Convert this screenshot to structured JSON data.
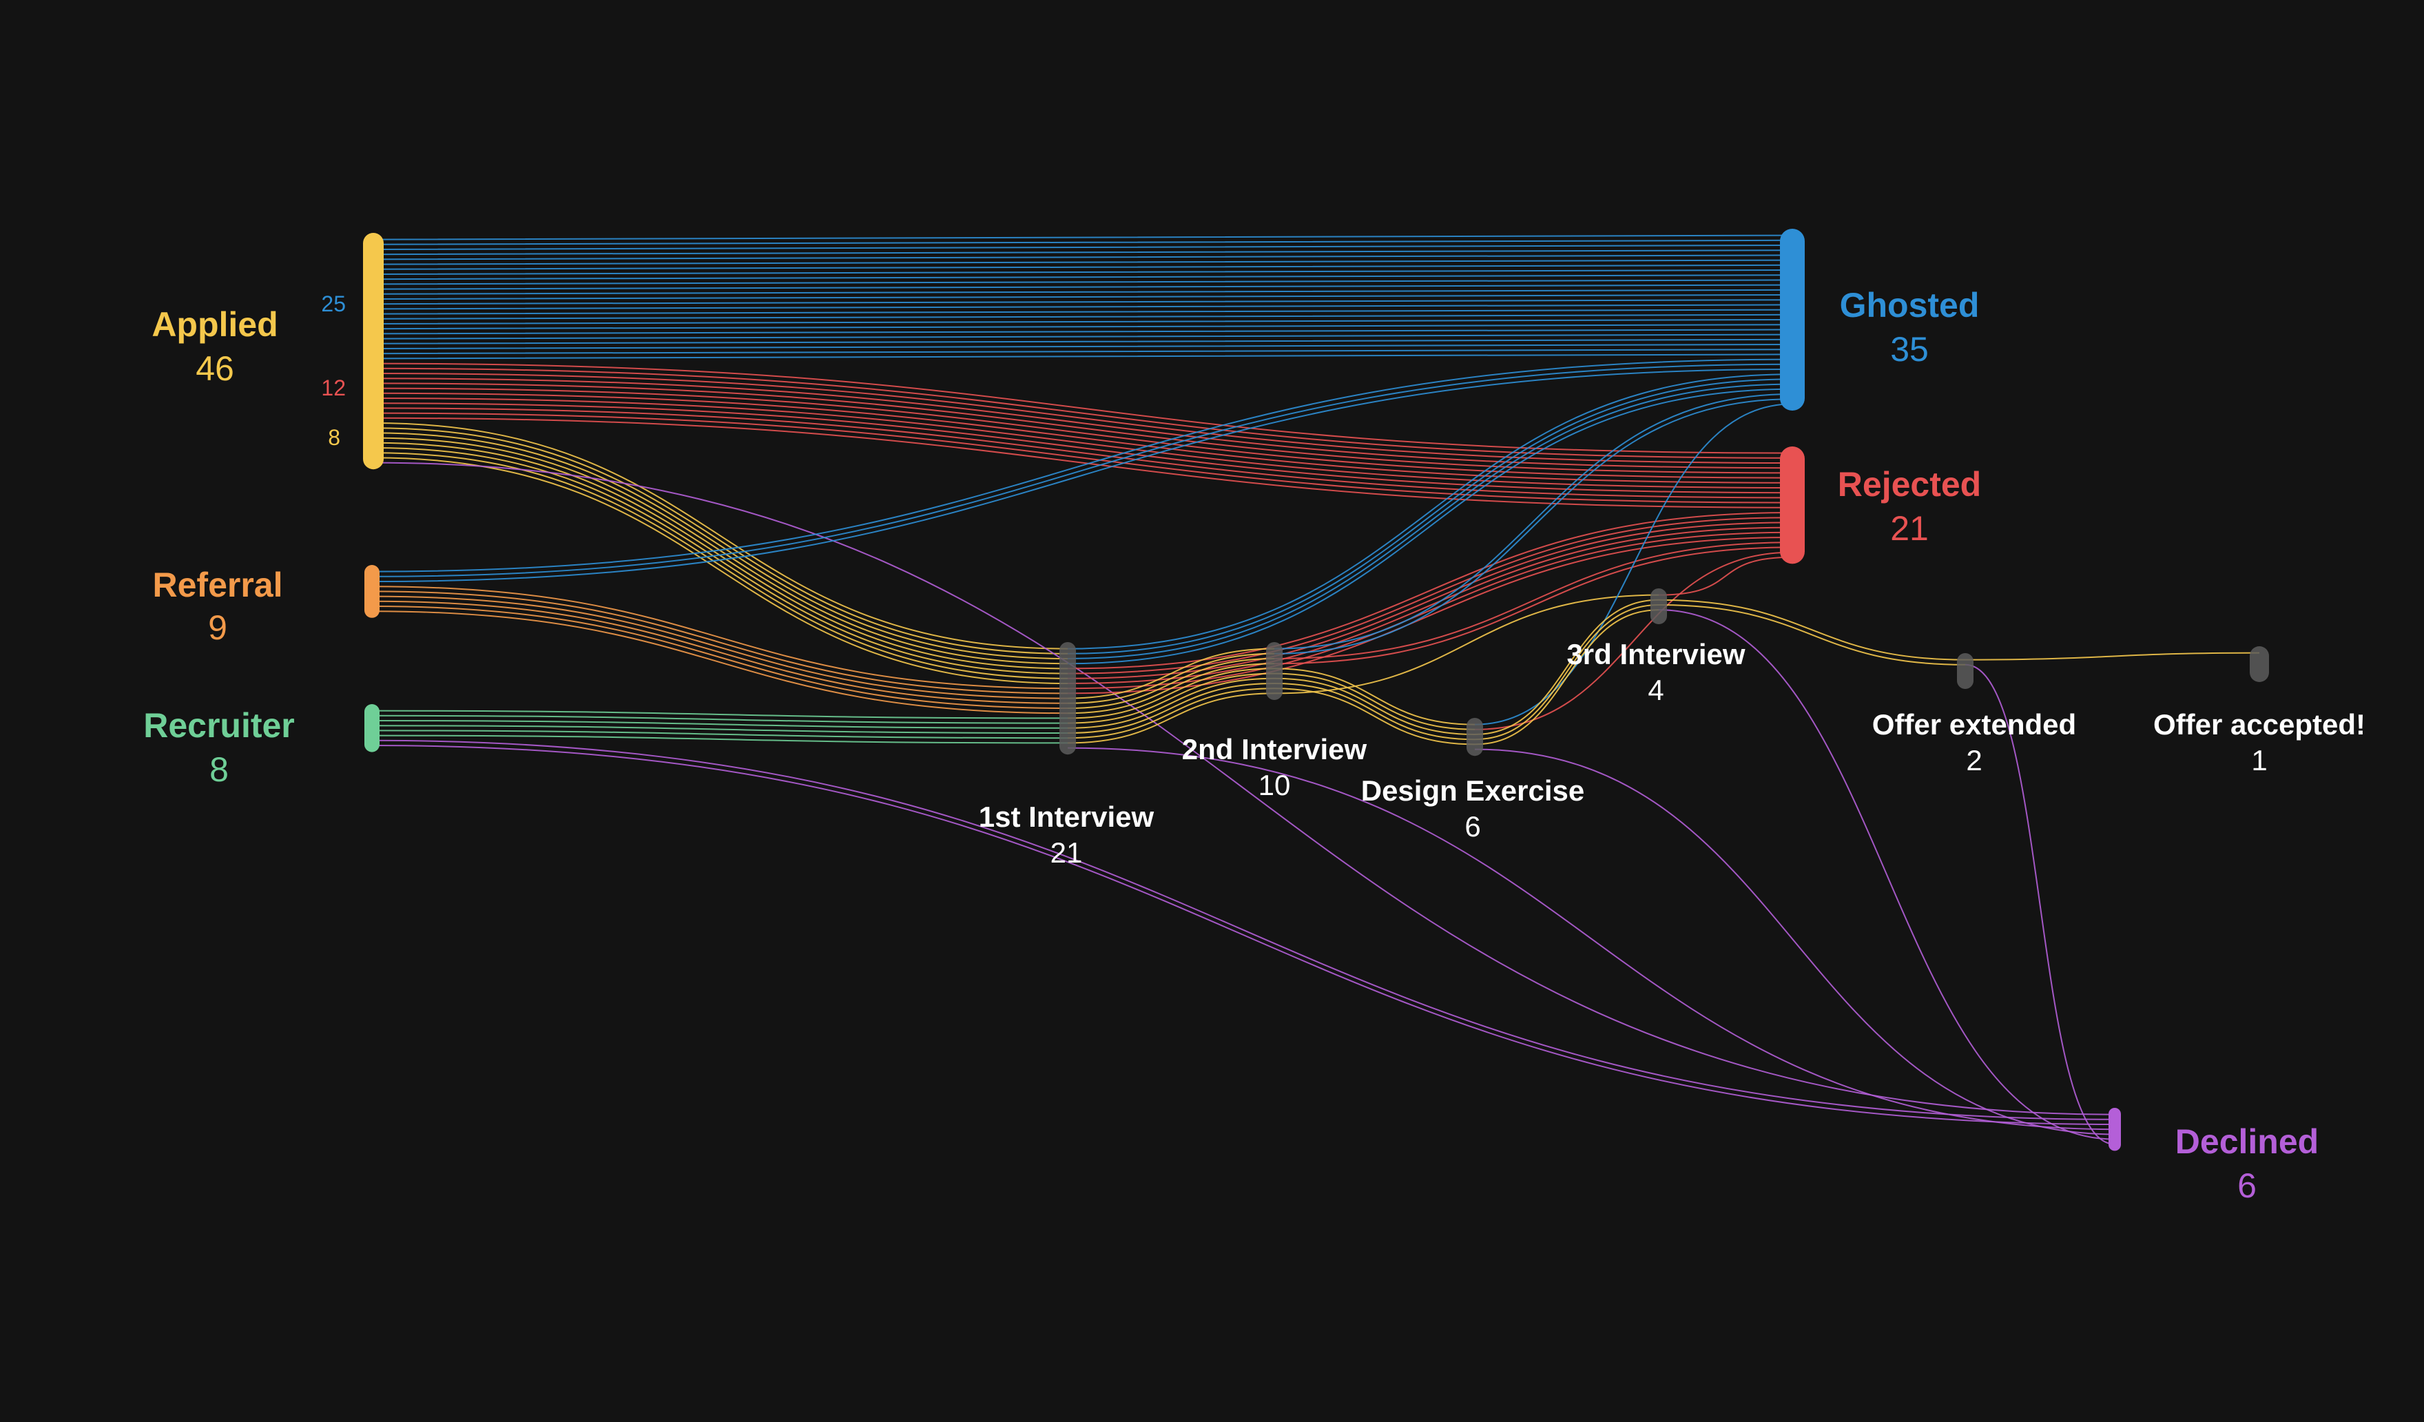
{
  "colors": {
    "background": "#131313",
    "applied": "#f5c84c",
    "referral": "#f39a4a",
    "recruiter": "#6fcf97",
    "ghosted": "#2e8fd6",
    "rejected": "#e85252",
    "declined": "#b45fd8",
    "stage": "#5d5d5d",
    "stage_text": "#ffffff"
  },
  "nodes": [
    {
      "id": "applied",
      "name": "Applied",
      "count": "46",
      "color": "applied"
    },
    {
      "id": "referral",
      "name": "Referral",
      "count": "9",
      "color": "referral"
    },
    {
      "id": "recruiter",
      "name": "Recruiter",
      "count": "8",
      "color": "recruiter"
    },
    {
      "id": "ghosted",
      "name": "Ghosted",
      "count": "35",
      "color": "ghosted"
    },
    {
      "id": "rejected",
      "name": "Rejected",
      "count": "21",
      "color": "rejected"
    },
    {
      "id": "declined",
      "name": "Declined",
      "count": "6",
      "color": "declined"
    },
    {
      "id": "interview1",
      "name": "1st Interview",
      "count": "21",
      "color": "stage_text"
    },
    {
      "id": "interview2",
      "name": "2nd Interview",
      "count": "10",
      "color": "stage_text"
    },
    {
      "id": "design",
      "name": "Design Exercise",
      "count": "6",
      "color": "stage_text"
    },
    {
      "id": "interview3",
      "name": "3rd Interview",
      "count": "4",
      "color": "stage_text"
    },
    {
      "id": "offer_extended",
      "name": "Offer extended",
      "count": "2",
      "color": "stage_text"
    },
    {
      "id": "offer_accepted",
      "name": "Offer accepted!",
      "count": "1",
      "color": "stage_text"
    }
  ],
  "applied_breakdown": [
    {
      "value": "25",
      "color": "ghosted"
    },
    {
      "value": "12",
      "color": "rejected"
    },
    {
      "value": "8",
      "color": "applied"
    }
  ],
  "flows": [
    {
      "source": "applied",
      "target": "ghosted",
      "value": 25,
      "color": "ghosted"
    },
    {
      "source": "applied",
      "target": "rejected",
      "value": 12,
      "color": "rejected"
    },
    {
      "source": "applied",
      "target": "interview1",
      "value": 8,
      "color": "applied"
    },
    {
      "source": "applied",
      "target": "declined",
      "value": 1,
      "color": "declined"
    },
    {
      "source": "referral",
      "target": "ghosted",
      "value": 3,
      "color": "ghosted"
    },
    {
      "source": "referral",
      "target": "interview1",
      "value": 6,
      "color": "referral"
    },
    {
      "source": "recruiter",
      "target": "interview1",
      "value": 6,
      "color": "recruiter"
    },
    {
      "source": "recruiter",
      "target": "declined",
      "value": 2,
      "color": "declined"
    },
    {
      "source": "interview1",
      "target": "ghosted",
      "value": 4,
      "color": "ghosted"
    },
    {
      "source": "interview1",
      "target": "rejected",
      "value": 6,
      "color": "rejected"
    },
    {
      "source": "interview1",
      "target": "interview2",
      "value": 10,
      "color": "applied"
    },
    {
      "source": "interview1",
      "target": "declined",
      "value": 1,
      "color": "declined"
    },
    {
      "source": "interview2",
      "target": "ghosted",
      "value": 2,
      "color": "ghosted"
    },
    {
      "source": "interview2",
      "target": "rejected",
      "value": 2,
      "color": "rejected"
    },
    {
      "source": "interview2",
      "target": "design",
      "value": 5,
      "color": "applied"
    },
    {
      "source": "interview2",
      "target": "interview3",
      "value": 1,
      "color": "applied"
    },
    {
      "source": "design",
      "target": "ghosted",
      "value": 1,
      "color": "ghosted"
    },
    {
      "source": "design",
      "target": "rejected",
      "value": 1,
      "color": "rejected"
    },
    {
      "source": "design",
      "target": "interview3",
      "value": 3,
      "color": "applied"
    },
    {
      "source": "design",
      "target": "declined",
      "value": 1,
      "color": "declined"
    },
    {
      "source": "interview3",
      "target": "rejected",
      "value": 1,
      "color": "rejected"
    },
    {
      "source": "interview3",
      "target": "offer_extended",
      "value": 2,
      "color": "applied"
    },
    {
      "source": "interview3",
      "target": "declined",
      "value": 1,
      "color": "declined"
    },
    {
      "source": "offer_extended",
      "target": "offer_accepted",
      "value": 1,
      "color": "applied"
    },
    {
      "source": "offer_extended",
      "target": "declined",
      "value": 1,
      "color": "declined"
    }
  ]
}
